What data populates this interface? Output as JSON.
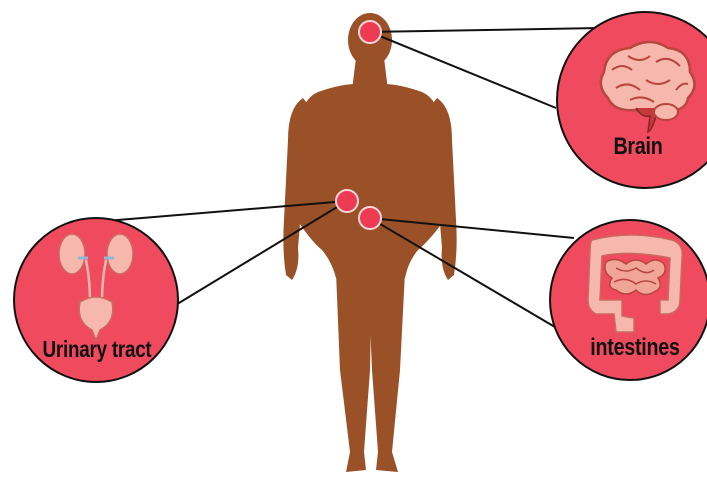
{
  "labels": {
    "brain": "Brain",
    "urinary_tract": "Urinary tract",
    "intestines": "intestines"
  },
  "colors": {
    "body_silhouette": "#9b5127",
    "callout_fill": "#f04a5e",
    "marker_fill": "#ec3b52",
    "marker_ring": "#fbd7da",
    "organ_pink": "#f6b7ad",
    "organ_outline": "#b7473e",
    "line": "#111111",
    "background": "#ffffff"
  },
  "icons": [
    "brain-icon",
    "urinary-tract-icon",
    "intestines-icon"
  ]
}
